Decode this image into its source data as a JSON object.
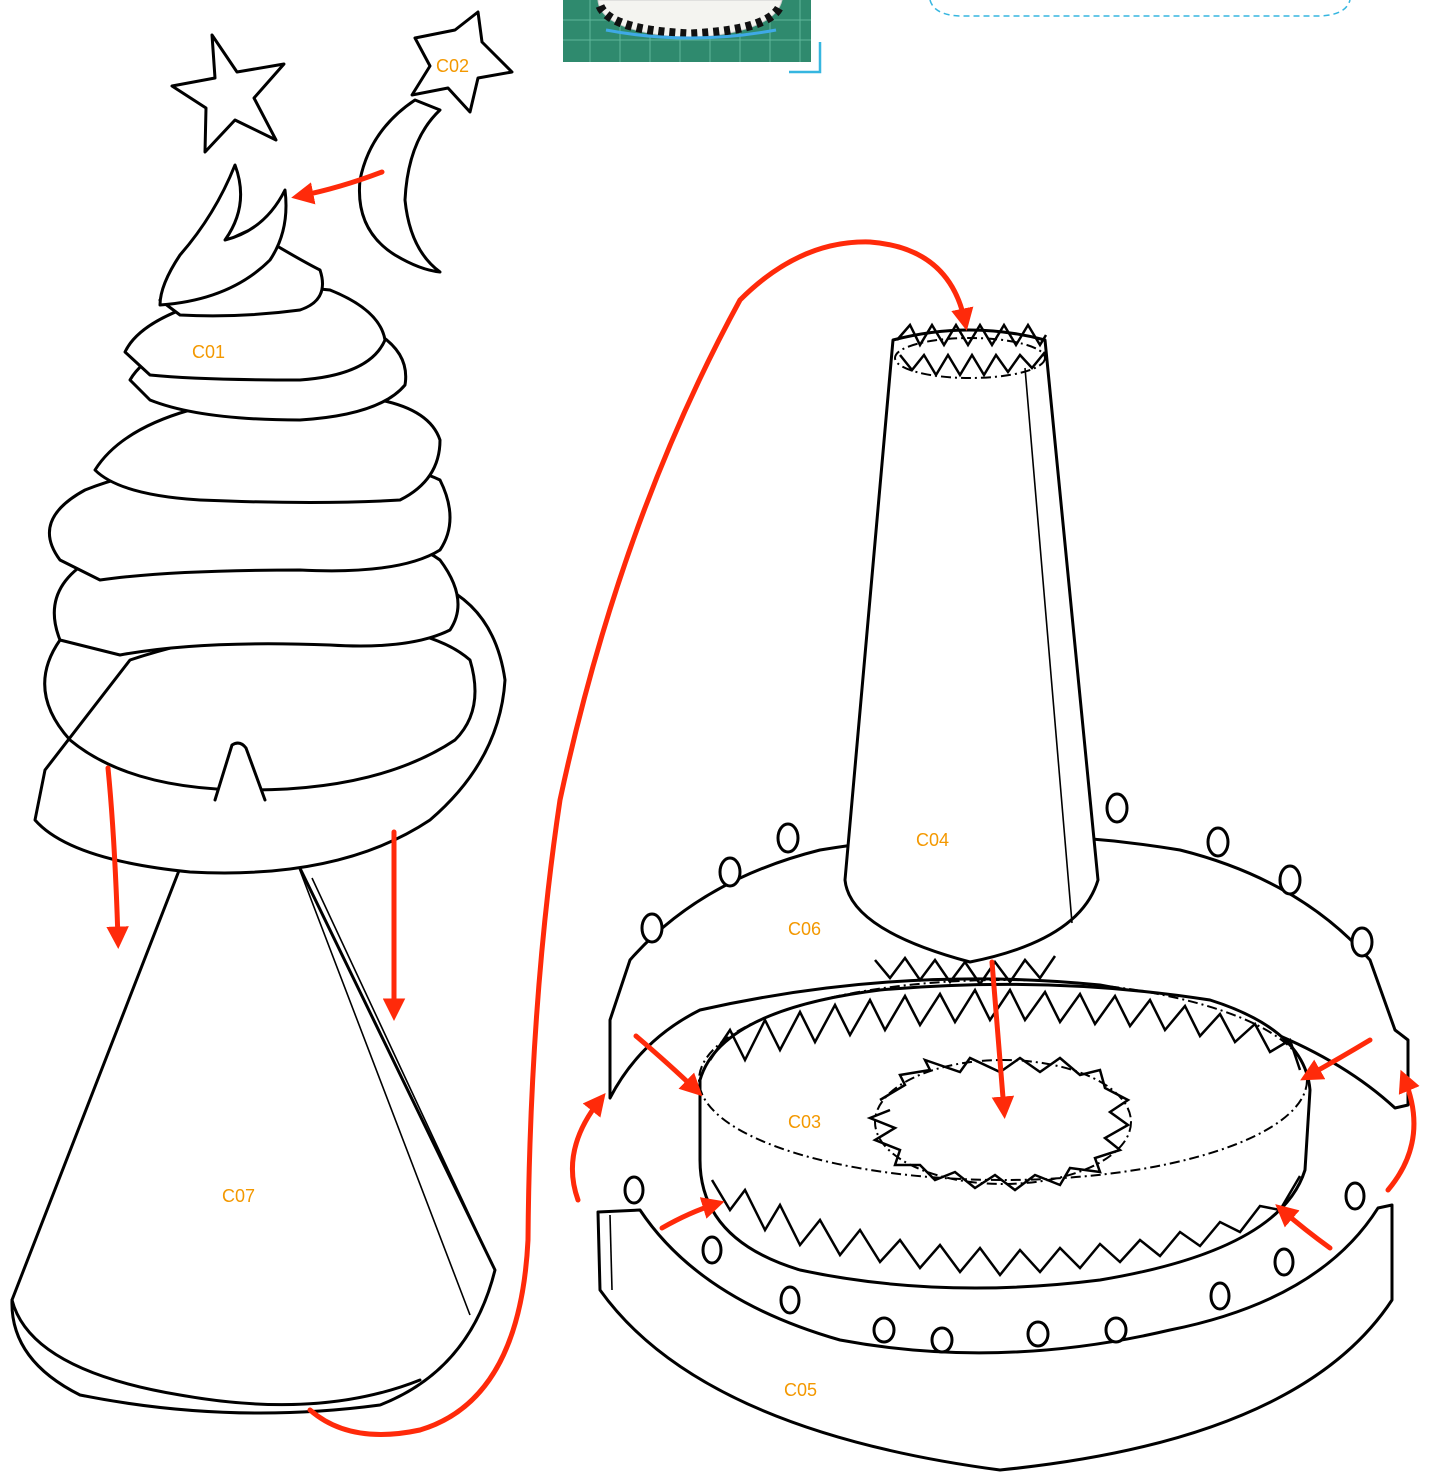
{
  "colors": {
    "line": "#000000",
    "label": "#f39800",
    "arrow": "#ff2a0a",
    "frame_accent": "#36b6e0",
    "photo_mat": "#2f8a6e"
  },
  "parts": {
    "c01": "C01",
    "c02": "C02",
    "c03": "C03",
    "c04": "C04",
    "c05": "C05",
    "c06": "C06",
    "c07": "C07"
  },
  "icons": [
    "star-icon",
    "crescent-moon-icon",
    "dancing-figure-icon"
  ]
}
